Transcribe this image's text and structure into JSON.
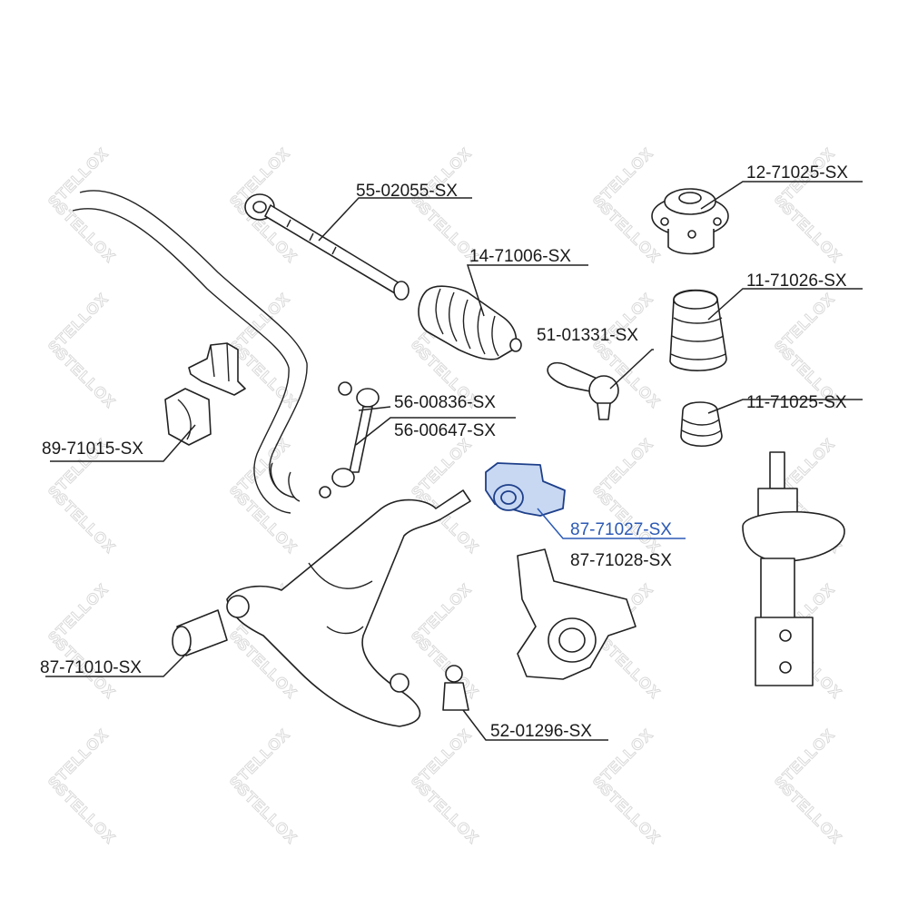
{
  "watermark": {
    "brand_a": "STELLOX",
    "brand_b": "STELLOX"
  },
  "labels": {
    "p55_02055": "55-02055-SX",
    "p14_71006": "14-71006-SX",
    "p12_71025": "12-71025-SX",
    "p11_71026": "11-71026-SX",
    "p51_01331": "51-01331-SX",
    "p11_71025": "11-71025-SX",
    "p56_00836": "56-00836-SX",
    "p56_00647": "56-00647-SX",
    "p89_71015": "89-71015-SX",
    "p87_71027": "87-71027-SX",
    "p87_71028": "87-71028-SX",
    "p87_71010": "87-71010-SX",
    "p52_01296": "52-01296-SX"
  },
  "highlight": {
    "part": "87-71027-SX",
    "color": "#2b59b5"
  }
}
